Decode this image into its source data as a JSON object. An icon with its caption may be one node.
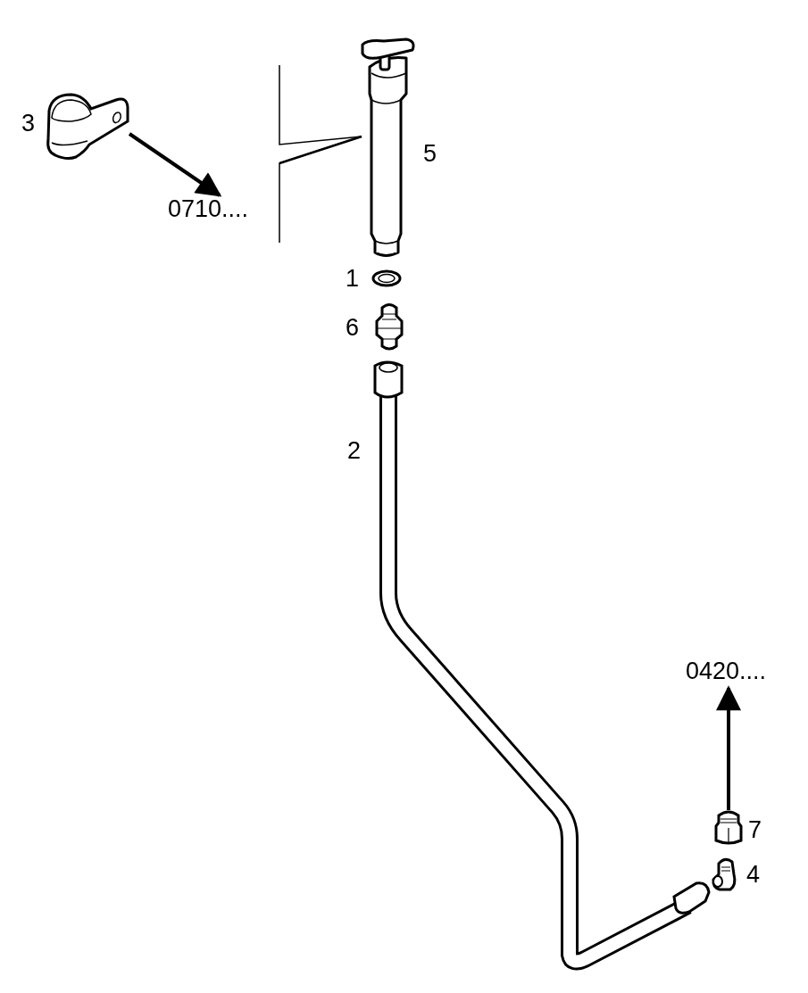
{
  "diagram": {
    "nodes": [
      {
        "text": [],
        "shape": "picture",
        "beside": [
          "3"
        ]
      },
      {
        "text": [
          "0710...."
        ]
      },
      {
        "text": [],
        "shape": "picture",
        "beside": [
          "7"
        ]
      },
      {
        "text": [
          "0420...."
        ]
      }
    ],
    "edges": [
      {
        "from": 0,
        "to": 1,
        "arrow": "to"
      },
      {
        "from": 2,
        "to": 3,
        "arrow": "to"
      }
    ],
    "labels": [
      "5",
      "1",
      "6",
      "2",
      "4"
    ]
  }
}
